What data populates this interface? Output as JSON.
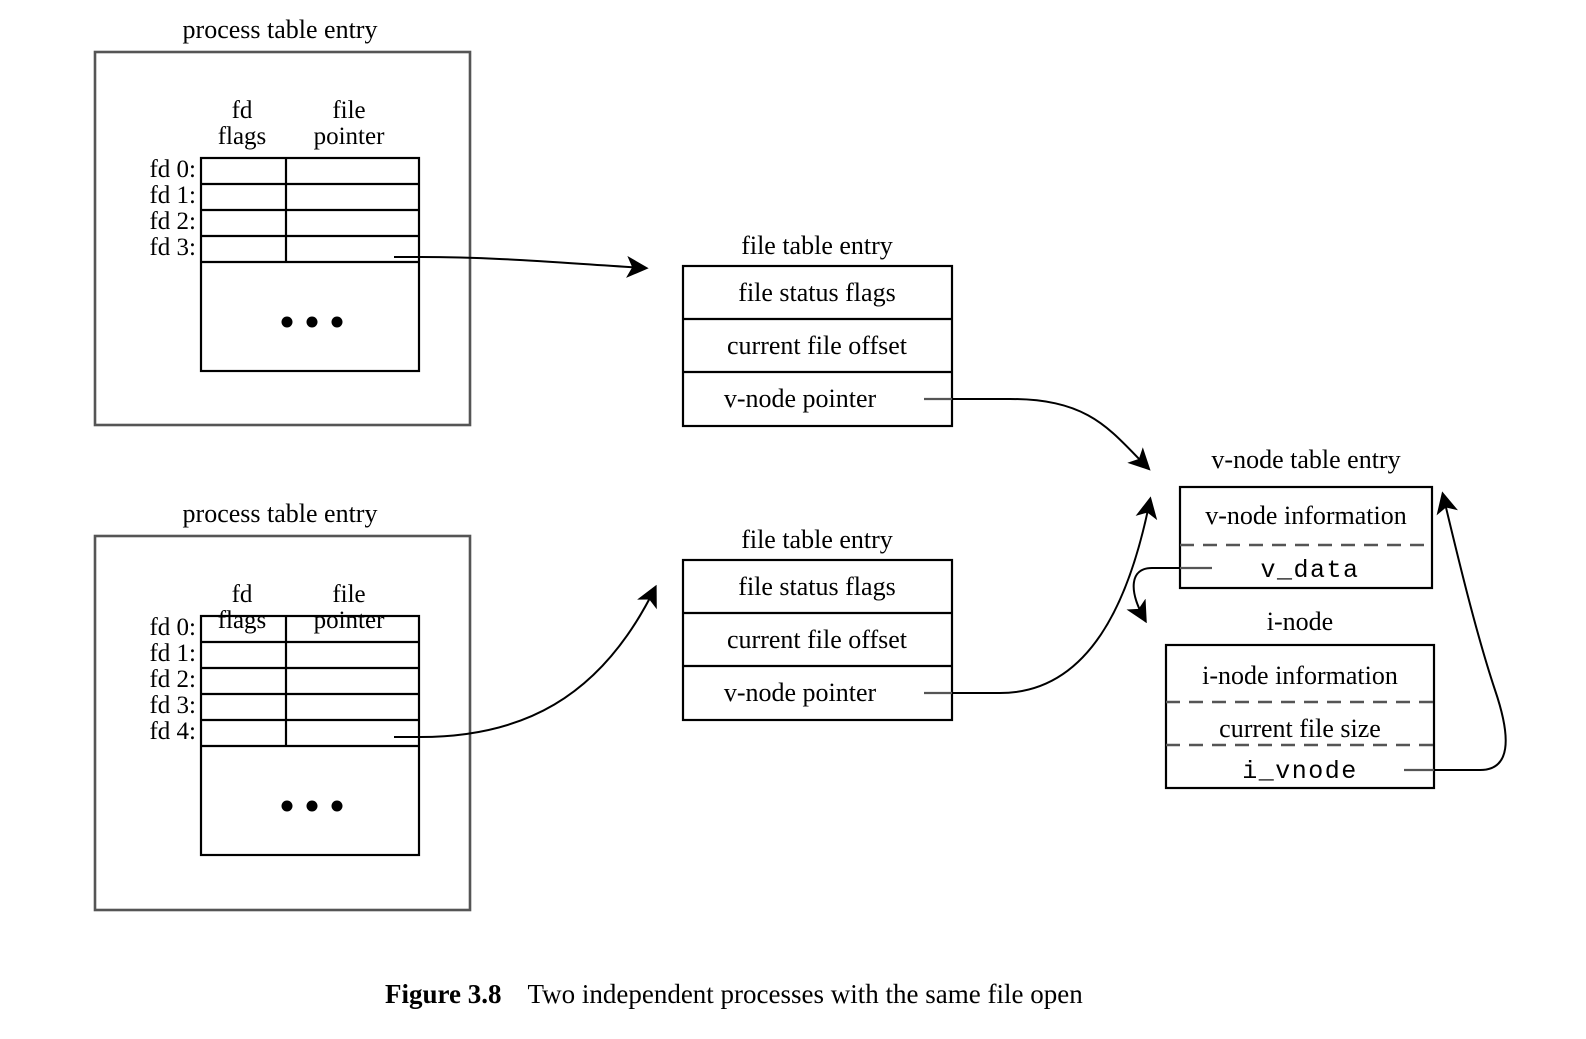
{
  "figure": {
    "number": "Figure 3.8",
    "caption": "Two independent processes with the same file open"
  },
  "process_tables": [
    {
      "title": "process table entry",
      "col_headers": {
        "left_line1": "fd",
        "left_line2": "flags",
        "right_line1": "file",
        "right_line2": "pointer"
      },
      "fd_rows": [
        "fd 0:",
        "fd 1:",
        "fd 2:",
        "fd 3:"
      ],
      "ellipsis": "• • •",
      "pointer_from_row": "fd 3:"
    },
    {
      "title": "process table entry",
      "col_headers": {
        "left_line1": "fd",
        "left_line2": "flags",
        "right_line1": "file",
        "right_line2": "pointer"
      },
      "fd_rows": [
        "fd 0:",
        "fd 1:",
        "fd 2:",
        "fd 3:",
        "fd 4:"
      ],
      "ellipsis": "• • •",
      "pointer_from_row": "fd 4:"
    }
  ],
  "file_tables": [
    {
      "title": "file table entry",
      "rows": [
        "file status flags",
        "current file offset",
        "v-node pointer"
      ]
    },
    {
      "title": "file table entry",
      "rows": [
        "file status flags",
        "current file offset",
        "v-node pointer"
      ]
    }
  ],
  "vnode_table": {
    "title": "v-node table entry",
    "rows": [
      "v-node information",
      "v_data"
    ],
    "mono_row": "v_data"
  },
  "inode": {
    "title": "i-node",
    "rows": [
      "i-node information",
      "current file size",
      "i_vnode"
    ],
    "mono_row": "i_vnode"
  },
  "colors": {
    "stroke": "#000000",
    "outer_stroke": "#555555",
    "background": "#ffffff"
  }
}
